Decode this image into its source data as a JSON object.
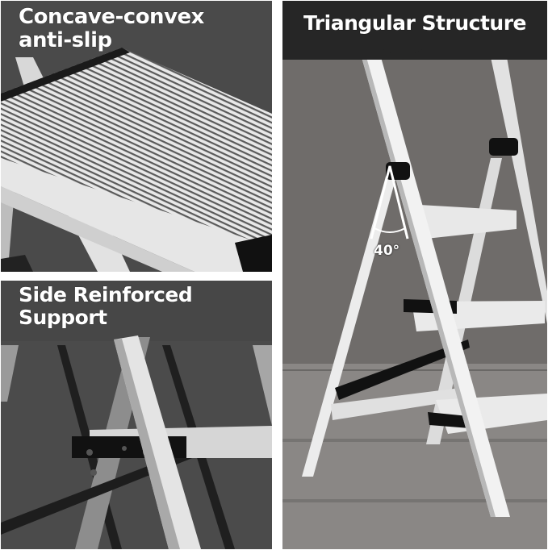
{
  "panels": {
    "top_left": {
      "title_line1": "Concave-convex",
      "title_line2": "anti-slip",
      "subject": "ribbed aluminum step tread close-up"
    },
    "bottom_left": {
      "title_line1": "Side Reinforced",
      "title_line2": "Support",
      "subject": "side frame with black reinforcing bracket and rivets"
    },
    "right": {
      "title": "Triangular Structure",
      "angle_label": "40°",
      "subject": "3-step folding aluminum step ladder on concrete floor"
    }
  },
  "colors": {
    "dark_banner": "#262626",
    "panel_gray": "#4a4a4a",
    "concrete": "#6e6b69",
    "aluminum": "#e6e6e6",
    "black_parts": "#111111",
    "text": "#ffffff"
  }
}
